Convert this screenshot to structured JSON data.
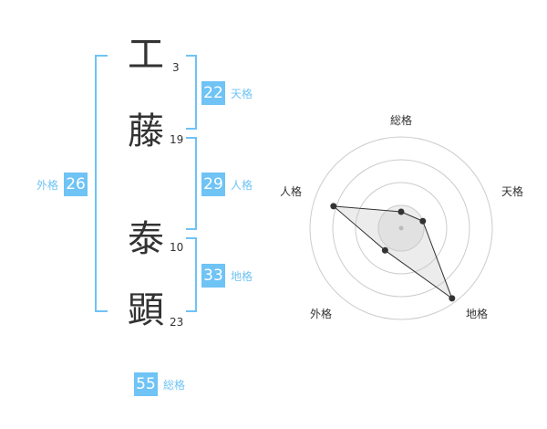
{
  "name": {
    "chars": [
      {
        "char": "工",
        "strokes": "3"
      },
      {
        "char": "藤",
        "strokes": "19"
      },
      {
        "char": "泰",
        "strokes": "10"
      },
      {
        "char": "顕",
        "strokes": "23"
      }
    ]
  },
  "kaku": {
    "tenkaku": {
      "value": "22",
      "label": "天格"
    },
    "jinkaku": {
      "value": "29",
      "label": "人格"
    },
    "chikaku": {
      "value": "33",
      "label": "地格"
    },
    "gaikaku": {
      "value": "26",
      "label": "外格"
    },
    "soukaku": {
      "value": "55",
      "label": "総格"
    }
  },
  "colors": {
    "accent": "#6fc3f5",
    "text": "#333333",
    "grid": "#cccccc"
  },
  "chart_data": {
    "type": "radar",
    "axes": [
      "総格",
      "天格",
      "地格",
      "外格",
      "人格"
    ],
    "values": [
      0.18,
      0.25,
      0.95,
      0.3,
      0.78
    ],
    "max": 1,
    "rings": 4
  }
}
